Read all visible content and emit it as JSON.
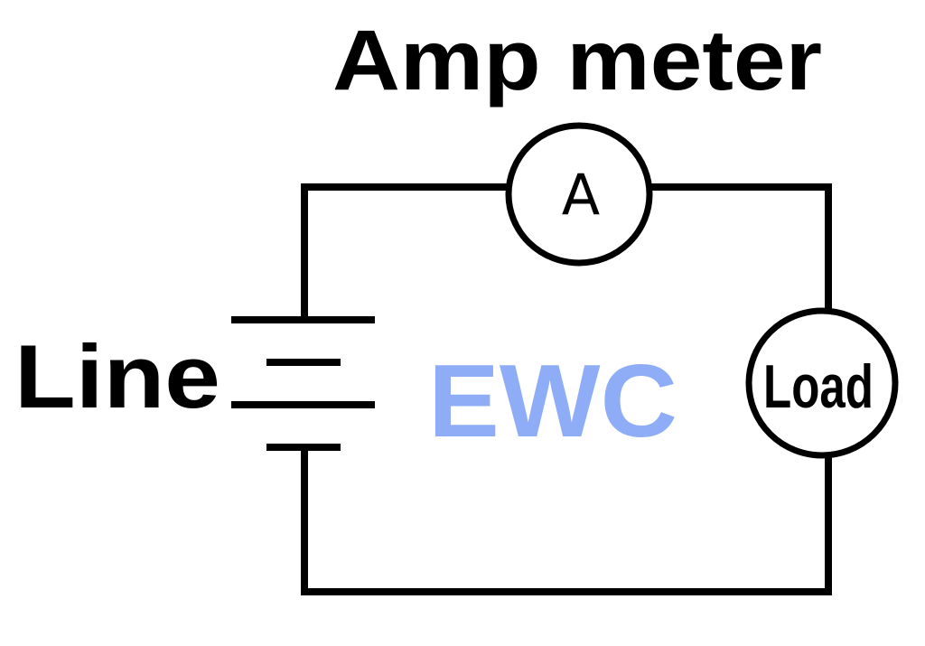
{
  "diagram": {
    "type": "circuit",
    "title": "Amp meter",
    "watermark": "EWC",
    "components": [
      {
        "id": "source",
        "kind": "battery",
        "label": "Line"
      },
      {
        "id": "ammeter",
        "kind": "ammeter",
        "label": "Amp meter",
        "symbol": "A"
      },
      {
        "id": "load",
        "kind": "load",
        "label": "Load"
      }
    ],
    "connections": [
      [
        "source",
        "ammeter"
      ],
      [
        "ammeter",
        "load"
      ],
      [
        "load",
        "source"
      ]
    ]
  },
  "labels": {
    "title": "Amp meter",
    "source": "Line",
    "ammeter_symbol": "A",
    "load": "Load",
    "watermark": "EWC"
  },
  "colors": {
    "wire": "#000000",
    "text": "#000000",
    "watermark": "#8fadf7",
    "background": "#ffffff"
  }
}
